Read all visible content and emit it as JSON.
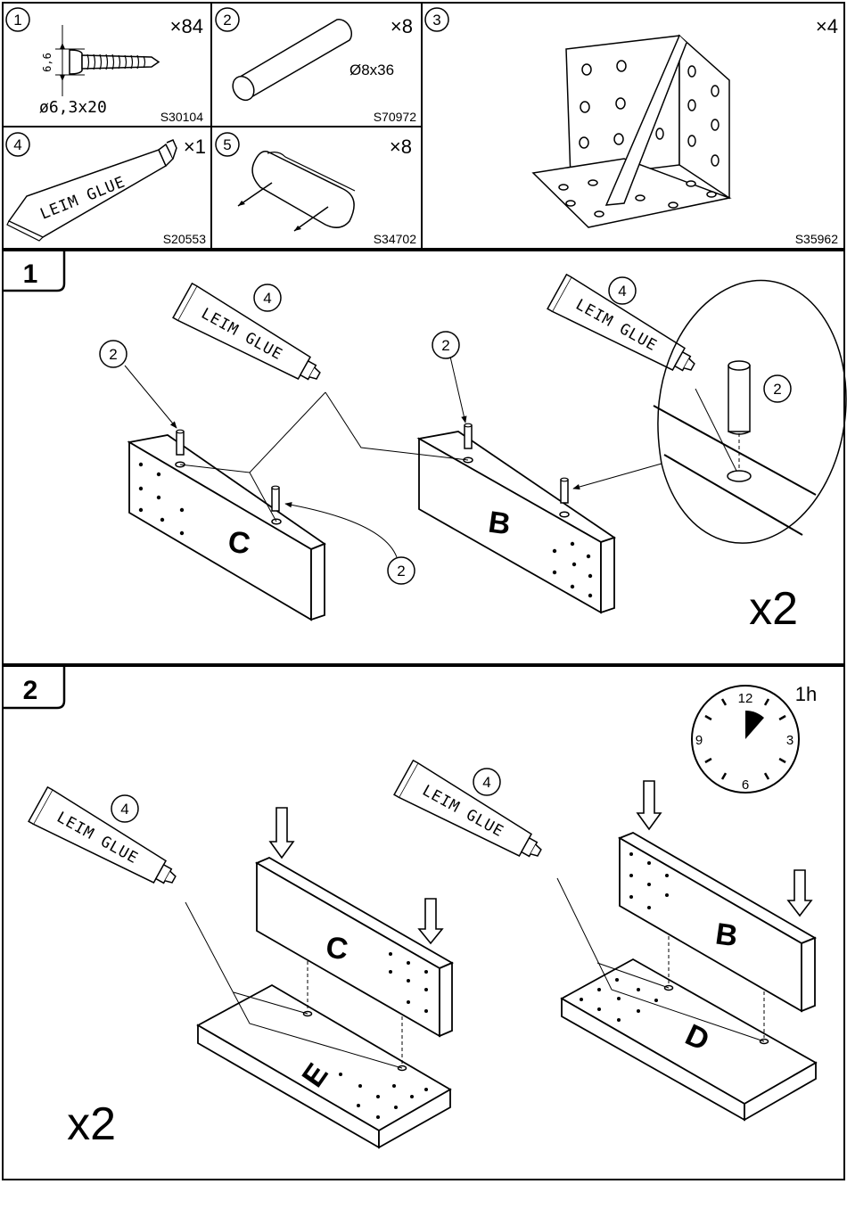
{
  "parts": [
    {
      "num": "1",
      "qty": "×84",
      "code": "S30104",
      "dim": "ø6,3x20",
      "dim2": "6,6",
      "name": "screw"
    },
    {
      "num": "2",
      "qty": "×8",
      "code": "S70972",
      "dim": "Ø8x36",
      "name": "dowel"
    },
    {
      "num": "3",
      "qty": "×4",
      "code": "S35962",
      "name": "angle-bracket"
    },
    {
      "num": "4",
      "qty": "×1",
      "code": "S20553",
      "label": "LEIM GLUE",
      "name": "glue-tube"
    },
    {
      "num": "5",
      "qty": "×8",
      "code": "S34702",
      "name": "furniture-glide"
    }
  ],
  "step1": {
    "number": "1",
    "repeat": "x2",
    "callout_part_glue": "4",
    "callout_part_dowel": "2",
    "panel_c": "C",
    "panel_b": "B",
    "glue_label": "LEIM GLUE"
  },
  "step2": {
    "number": "2",
    "repeat": "x2",
    "callout_part_glue": "4",
    "panel_c": "C",
    "panel_b": "B",
    "panel_e": "E",
    "panel_d": "D",
    "glue_label": "LEIM GLUE",
    "clock": {
      "n12": "12",
      "n3": "3",
      "n6": "6",
      "n9": "9",
      "duration": "1h"
    }
  }
}
